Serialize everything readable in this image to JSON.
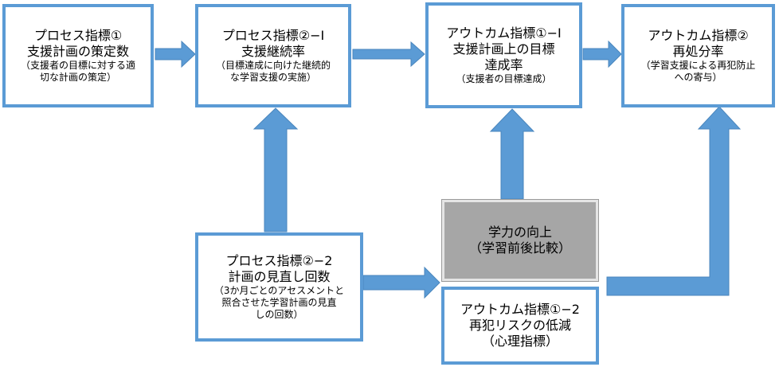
{
  "boxes": {
    "p1": {
      "title": [
        "プロセス指標①",
        "支援計画の策定数"
      ],
      "sub": [
        "（支援者の目標に対する適",
        "切な計画の策定）"
      ]
    },
    "p21": {
      "title": [
        "プロセス指標②−Ⅰ",
        "支援継続率"
      ],
      "sub": [
        "（目標達成に向けた継続的",
        "な学習支援の実施）"
      ]
    },
    "o11": {
      "title": [
        "アウトカム指標①−Ⅰ",
        "支援計画上の目標",
        "達成率"
      ],
      "sub": [
        "（支援者の目標達成）"
      ]
    },
    "o2": {
      "title": [
        "アウトカム指標②",
        "再処分率"
      ],
      "sub": [
        "（学習支援による再犯防止",
        "への寄与）"
      ]
    },
    "p22": {
      "title": [
        "プロセス指標②−2",
        "計画の見直し回数"
      ],
      "sub": [
        "（3か月ごとのアセスメントと",
        "照合させた学習計画の見直",
        "しの回数）"
      ]
    },
    "center": {
      "title": [
        "学力の向上",
        "（学習前後比較）"
      ]
    },
    "o12": {
      "title": [
        "アウトカム指標①−2",
        "再犯リスクの低減",
        "（心理指標）"
      ]
    }
  },
  "colors": {
    "accent": "#5b9bd5",
    "gray_box": "#a6a6a6"
  }
}
